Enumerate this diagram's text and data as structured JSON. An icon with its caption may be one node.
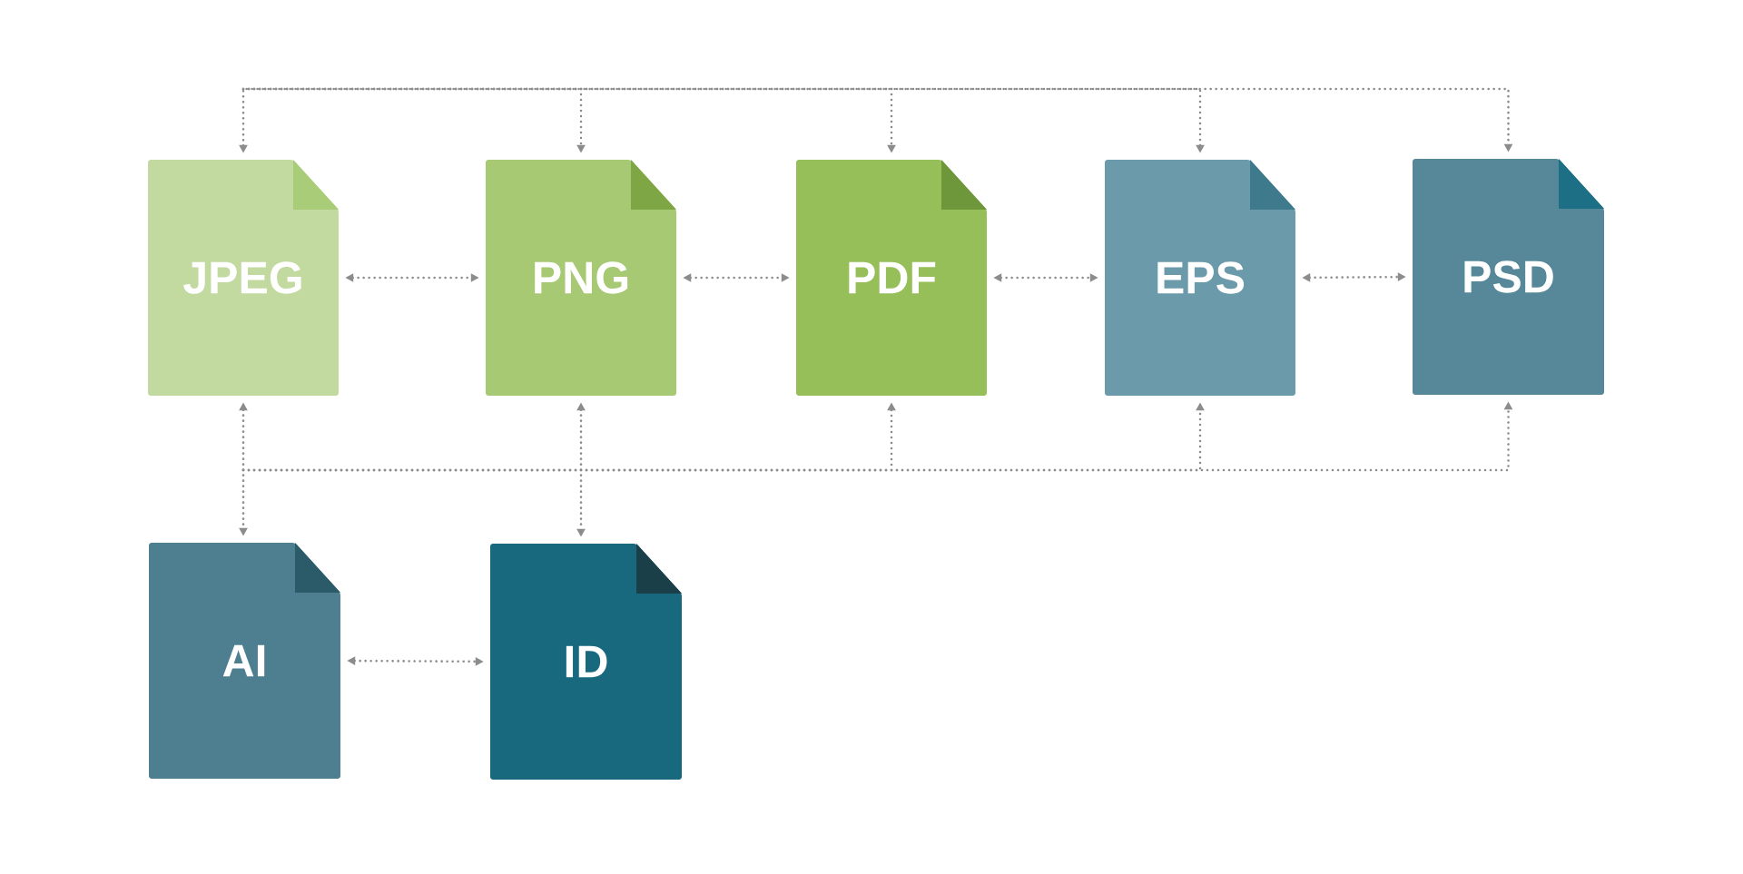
{
  "diagram": {
    "nodes": [
      {
        "text": [
          "JPEG"
        ]
      },
      {
        "text": [
          "PNG"
        ]
      },
      {
        "text": [
          "PDF"
        ]
      },
      {
        "text": [
          "EPS"
        ]
      },
      {
        "text": [
          "PSD"
        ]
      },
      {
        "text": [
          "AI"
        ]
      },
      {
        "text": [
          "ID"
        ]
      }
    ],
    "edges": [
      {
        "from": 0,
        "to": 1,
        "arrow": "both"
      },
      {
        "from": 1,
        "to": 2,
        "arrow": "both"
      },
      {
        "from": 2,
        "to": 3,
        "arrow": "both"
      },
      {
        "from": 3,
        "to": 4,
        "arrow": "both"
      },
      {
        "from": 5,
        "to": 6,
        "arrow": "both"
      },
      {
        "from": 0,
        "to": 1,
        "arrow": "both"
      },
      {
        "from": 0,
        "to": 2,
        "arrow": "both"
      },
      {
        "from": 0,
        "to": 3,
        "arrow": "both"
      },
      {
        "from": 0,
        "to": 4,
        "arrow": "both"
      },
      {
        "from": 0,
        "to": 5,
        "arrow": "both"
      },
      {
        "from": 1,
        "to": 6,
        "arrow": "both"
      },
      {
        "from": 0,
        "to": 2,
        "arrow": "both"
      },
      {
        "from": 0,
        "to": 3,
        "arrow": "both"
      },
      {
        "from": 0,
        "to": 4,
        "arrow": "both"
      }
    ]
  }
}
